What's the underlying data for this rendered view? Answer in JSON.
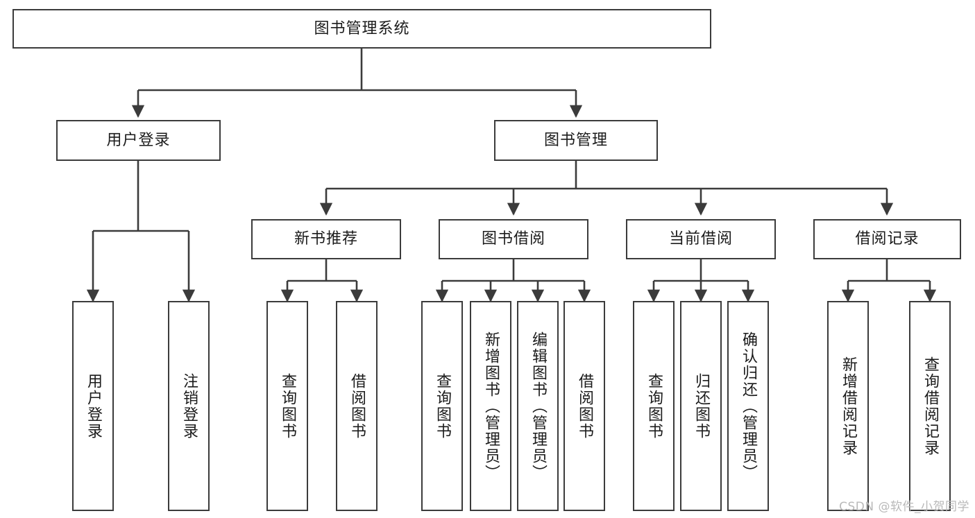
{
  "diagram": {
    "title": "图书管理系统",
    "watermark": "CSDN @软件_小贺同学",
    "stroke_color": "#3b3b3b",
    "background_color": "#ffffff",
    "text_color": "#1b1b1b",
    "root": {
      "label": "图书管理系统"
    },
    "level2": [
      {
        "label": "用户登录"
      },
      {
        "label": "图书管理"
      }
    ],
    "level3": [
      {
        "label": "新书推荐"
      },
      {
        "label": "图书借阅"
      },
      {
        "label": "当前借阅"
      },
      {
        "label": "借阅记录"
      }
    ],
    "leaves": {
      "user_login": [
        {
          "label": "用户登录"
        },
        {
          "label": "注销登录"
        }
      ],
      "new_book_recommend": [
        {
          "label": "查询图书"
        },
        {
          "label": "借阅图书"
        }
      ],
      "book_borrow": [
        {
          "label": "查询图书"
        },
        {
          "label": "新增图书（管理员）"
        },
        {
          "label": "编辑图书（管理员）"
        },
        {
          "label": "借阅图书"
        }
      ],
      "current_borrow": [
        {
          "label": "查询图书"
        },
        {
          "label": "归还图书"
        },
        {
          "label": "确认归还（管理员）"
        }
      ],
      "borrow_record": [
        {
          "label": "新增借阅记录"
        },
        {
          "label": "查询借阅记录"
        }
      ]
    }
  }
}
